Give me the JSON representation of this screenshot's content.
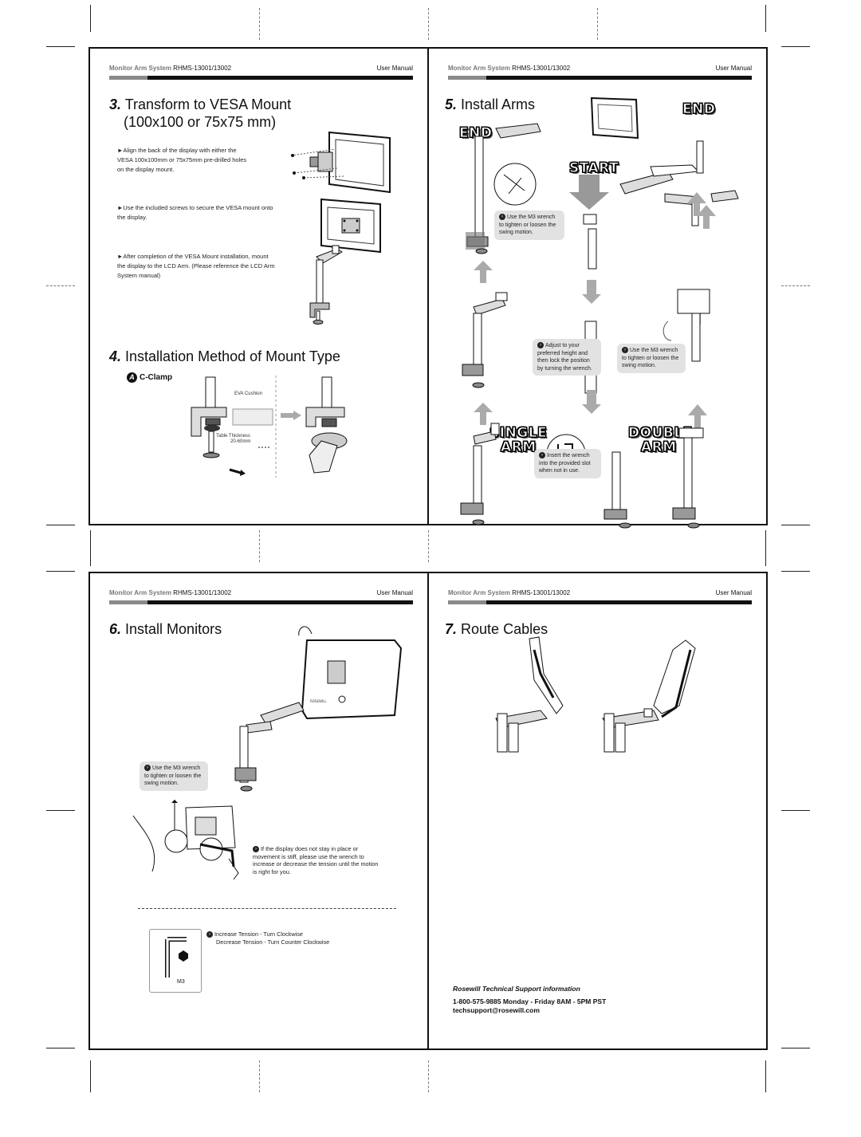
{
  "header": {
    "brand": "Monitor Arm System",
    "model": "RHMS-13001/13002",
    "right": "User Manual"
  },
  "sec3": {
    "num": "3.",
    "title": "Transform to VESA Mount",
    "subtitle": "(100x100 or 75x75 mm)",
    "step1": "►Align the back of the display with either the VESA 100x100mm or 75x75mm pre-drilled holes on the display mount.",
    "step2": "►Use the included screws to secure the VESA mount onto the display.",
    "step3": "►After completion of the VESA Mount installation, mount the display to the LCD Arm. (Please reference the LCD Arm System manual)"
  },
  "sec4": {
    "num": "4.",
    "title": "Installation Method of Mount Type",
    "badge": "A",
    "sub": "C-Clamp",
    "eva": "EVA Cushion",
    "table": "Table Thickness",
    "range": "20-60mm"
  },
  "sec5": {
    "num": "5.",
    "title": "Install Arms",
    "end": "END",
    "start": "START",
    "single1": "SINGLE",
    "single2": "ARM",
    "double1": "DOUBLE",
    "double2": "ARM",
    "note1": "Use the M3 wrench to tighten or loosen the swing motion.",
    "note2": "Adjust to your preferred height and then lock the position by turning the wrench.",
    "note3": "Use the M3 wrench to tighten or loosen the swing motion.",
    "note4": "Insert the wrench into the provided slot when not in use."
  },
  "sec6": {
    "num": "6.",
    "title": "Install Monitors",
    "note1": "Use the M3 wrench to tighten or loosen the swing motion.",
    "note2": "If the display does not stay in place or movement is stiff, please use the wrench to increase or decrease the tension until the motion is right for you.",
    "inc": "Increase Tension - Turn Clockwise",
    "dec": "Decrease Tension - Turn Counter Clockwise",
    "m3": "M3",
    "brandmark": "ROSEWILL"
  },
  "sec7": {
    "num": "7.",
    "title": "Route Cables",
    "support_title": "Rosewill Technical Support information",
    "phone": "1-800-575-9885 Monday - Friday 8AM - 5PM PST",
    "email": "techsupport@rosewill.com"
  }
}
